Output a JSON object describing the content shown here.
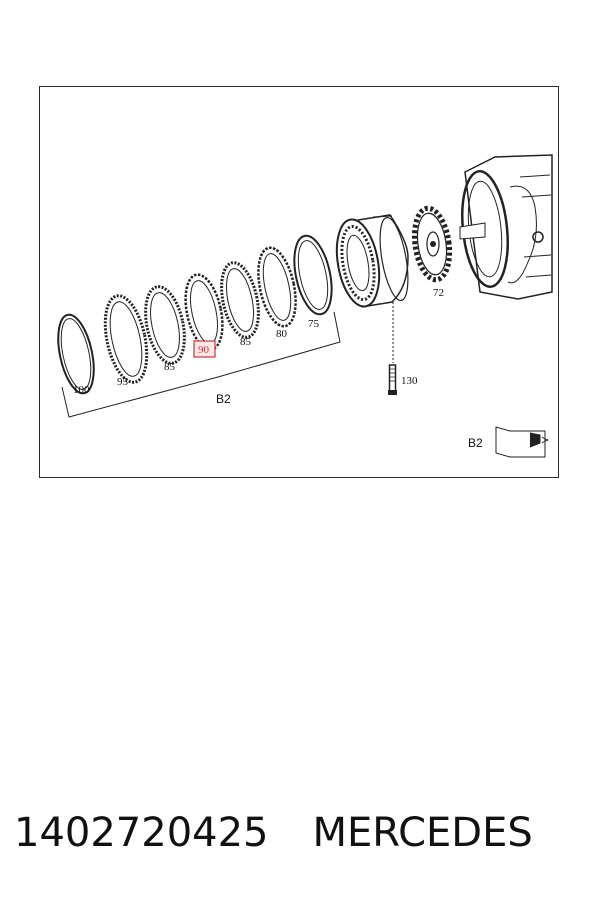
{
  "diagram": {
    "parts": [
      {
        "id": "p100",
        "label": "100"
      },
      {
        "id": "p95",
        "label": "95"
      },
      {
        "id": "p85a",
        "label": "85"
      },
      {
        "id": "p90",
        "label": "90",
        "highlighted": true
      },
      {
        "id": "p85b",
        "label": "85"
      },
      {
        "id": "p80",
        "label": "80"
      },
      {
        "id": "p75",
        "label": "75"
      },
      {
        "id": "p72",
        "label": "72"
      },
      {
        "id": "p130",
        "label": "130"
      }
    ],
    "group_label": "B2",
    "inset_label": "B2",
    "highlight_color": "#c0393b"
  },
  "footer": {
    "part_number": "1402720425",
    "brand": "MERCEDES"
  }
}
